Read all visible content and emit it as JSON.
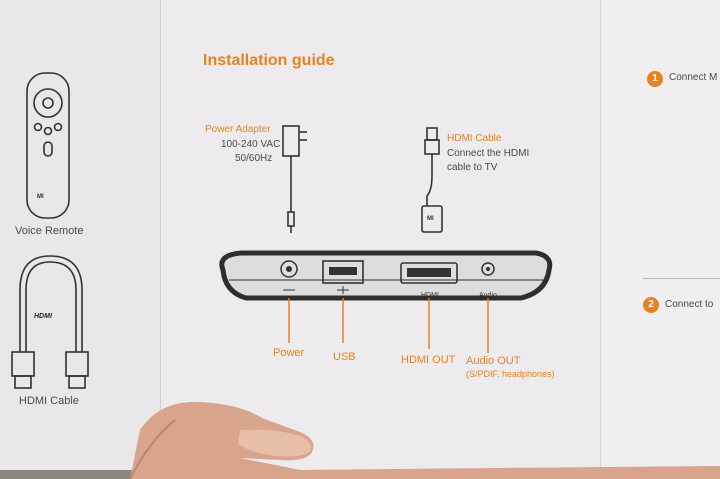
{
  "left_panel": {
    "remote_label": "Voice Remote",
    "remote_logo": "MI",
    "cable_label": "HDMI Cable",
    "cable_logo": "HDMI"
  },
  "main_panel": {
    "title": "Installation guide",
    "power_adapter": {
      "label": "Power Adapter",
      "line1": "100-240 VAC",
      "line2": "50/60Hz"
    },
    "hdmi_cable": {
      "label": "HDMI Cable",
      "line1": "Connect the HDMI",
      "line2": "cable to TV",
      "plug_logo": "MI"
    },
    "device_ports": {
      "hdmi_port_label": "HDMI",
      "audio_port_label": "Audio"
    },
    "callouts": {
      "power": "Power",
      "usb": "USB",
      "hdmi_out": "HDMI OUT",
      "audio_out": "Audio OUT",
      "audio_out_sub": "(S/PDIF, headphones)"
    }
  },
  "right_panel": {
    "step1_number": "1",
    "step1_text": "Connect M",
    "step2_number": "2",
    "step2_text": "Connect to"
  },
  "colors": {
    "accent": "#e8821e",
    "text": "#4a4a4a",
    "paper": "#edebee"
  }
}
